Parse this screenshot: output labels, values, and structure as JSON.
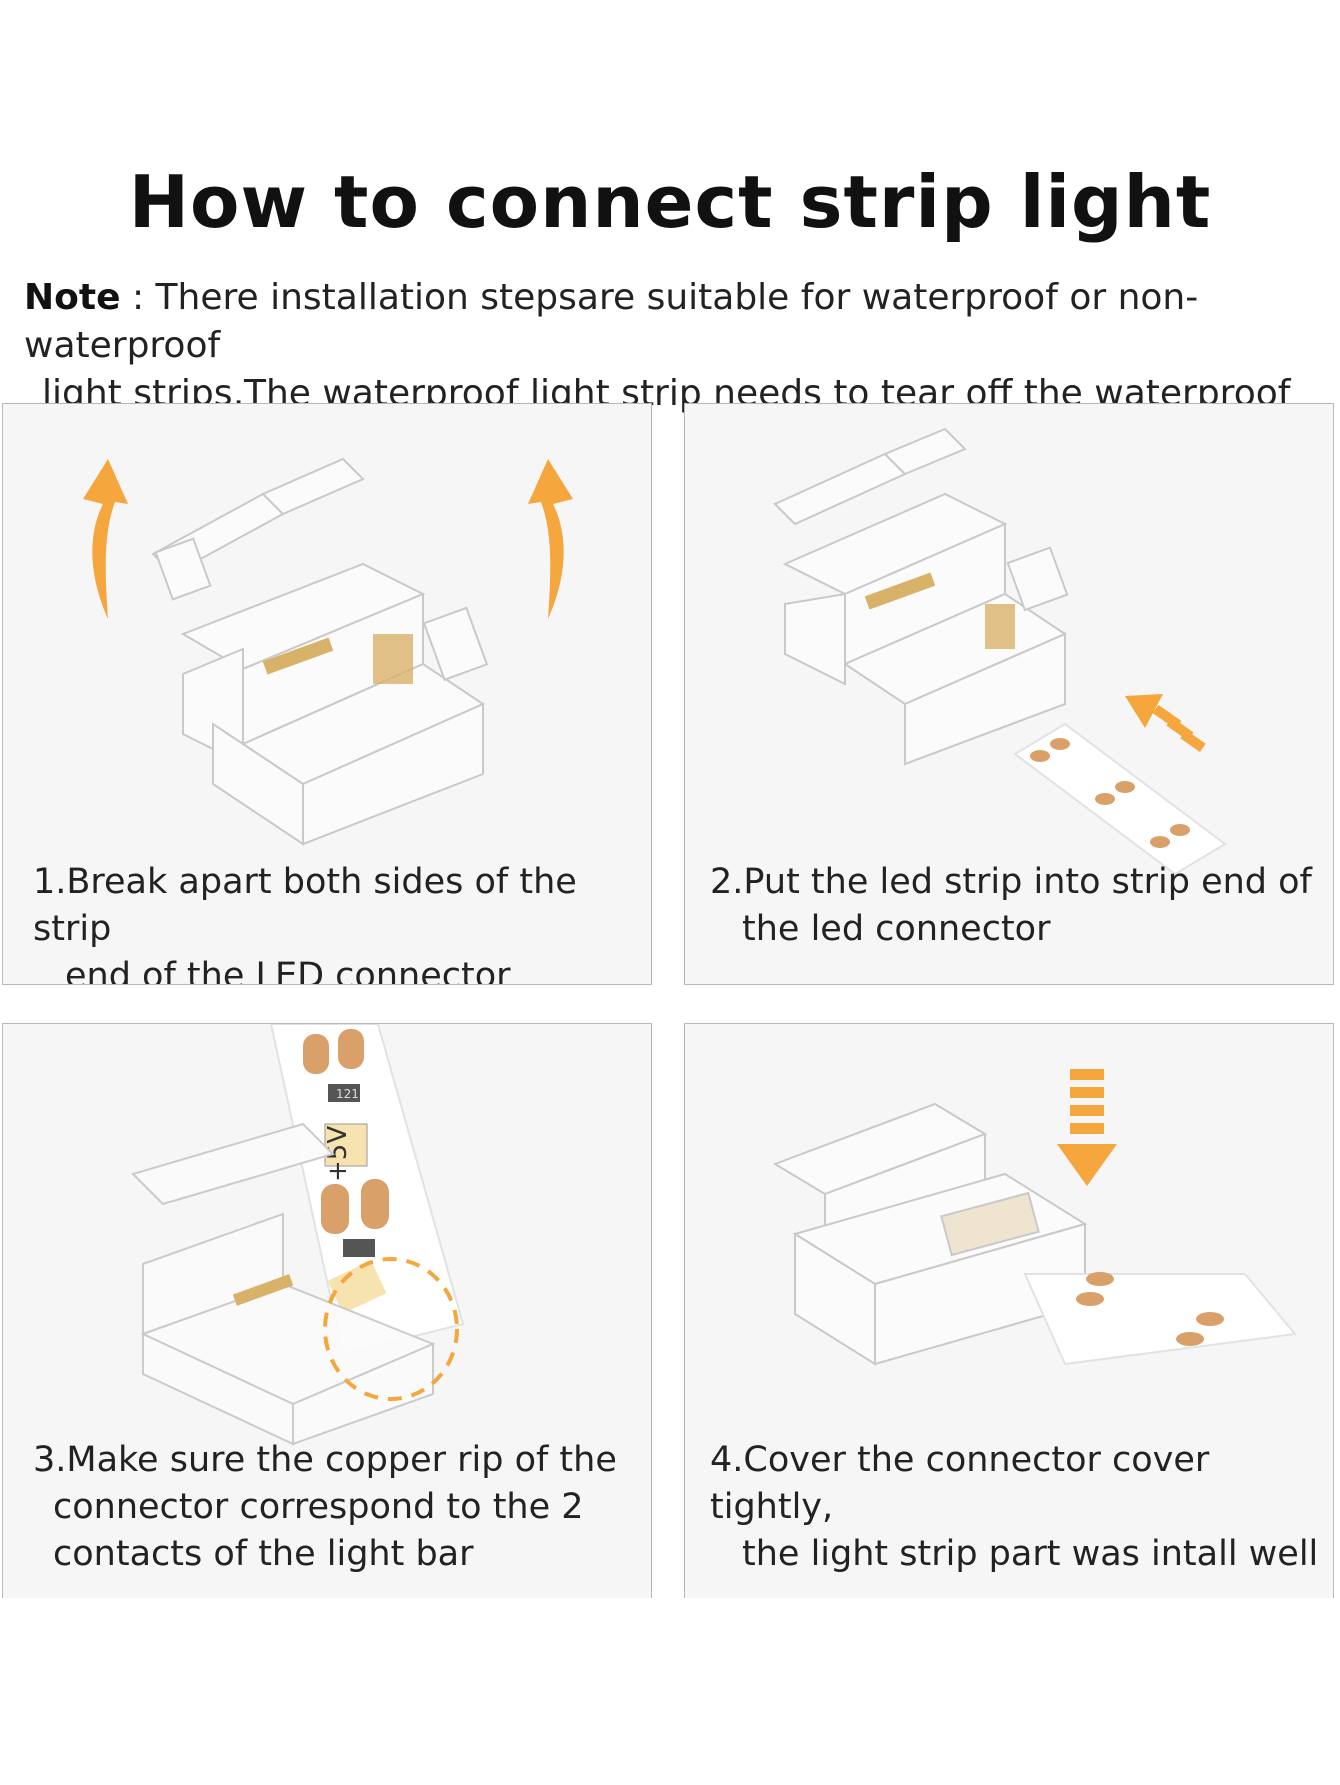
{
  "title": "How to connect strip light",
  "note": {
    "label": "Note",
    "line1": " : There installation stepsare suitable for waterproof or non-waterproof",
    "line2": "light strips,The waterproof light strip needs to tear off the waterproof layer"
  },
  "steps": [
    {
      "line1": "1.Break apart both sides of the strip",
      "line2": "end of the LED connector"
    },
    {
      "line1": "2.Put the led strip into strip end of",
      "line2": "the led connector"
    },
    {
      "line1": "3.Make sure the copper rip of the",
      "line2": "connector correspond to the 2",
      "line3": "contacts of the light bar"
    },
    {
      "line1": "4.Cover the connector cover tightly,",
      "line2": "the light strip part was intall well"
    }
  ],
  "strip_label": "+5V",
  "resistor_label": "121",
  "colors": {
    "arrow": "#f5a63c",
    "copper": "#d9a06a",
    "led": "#f7e3b0"
  }
}
